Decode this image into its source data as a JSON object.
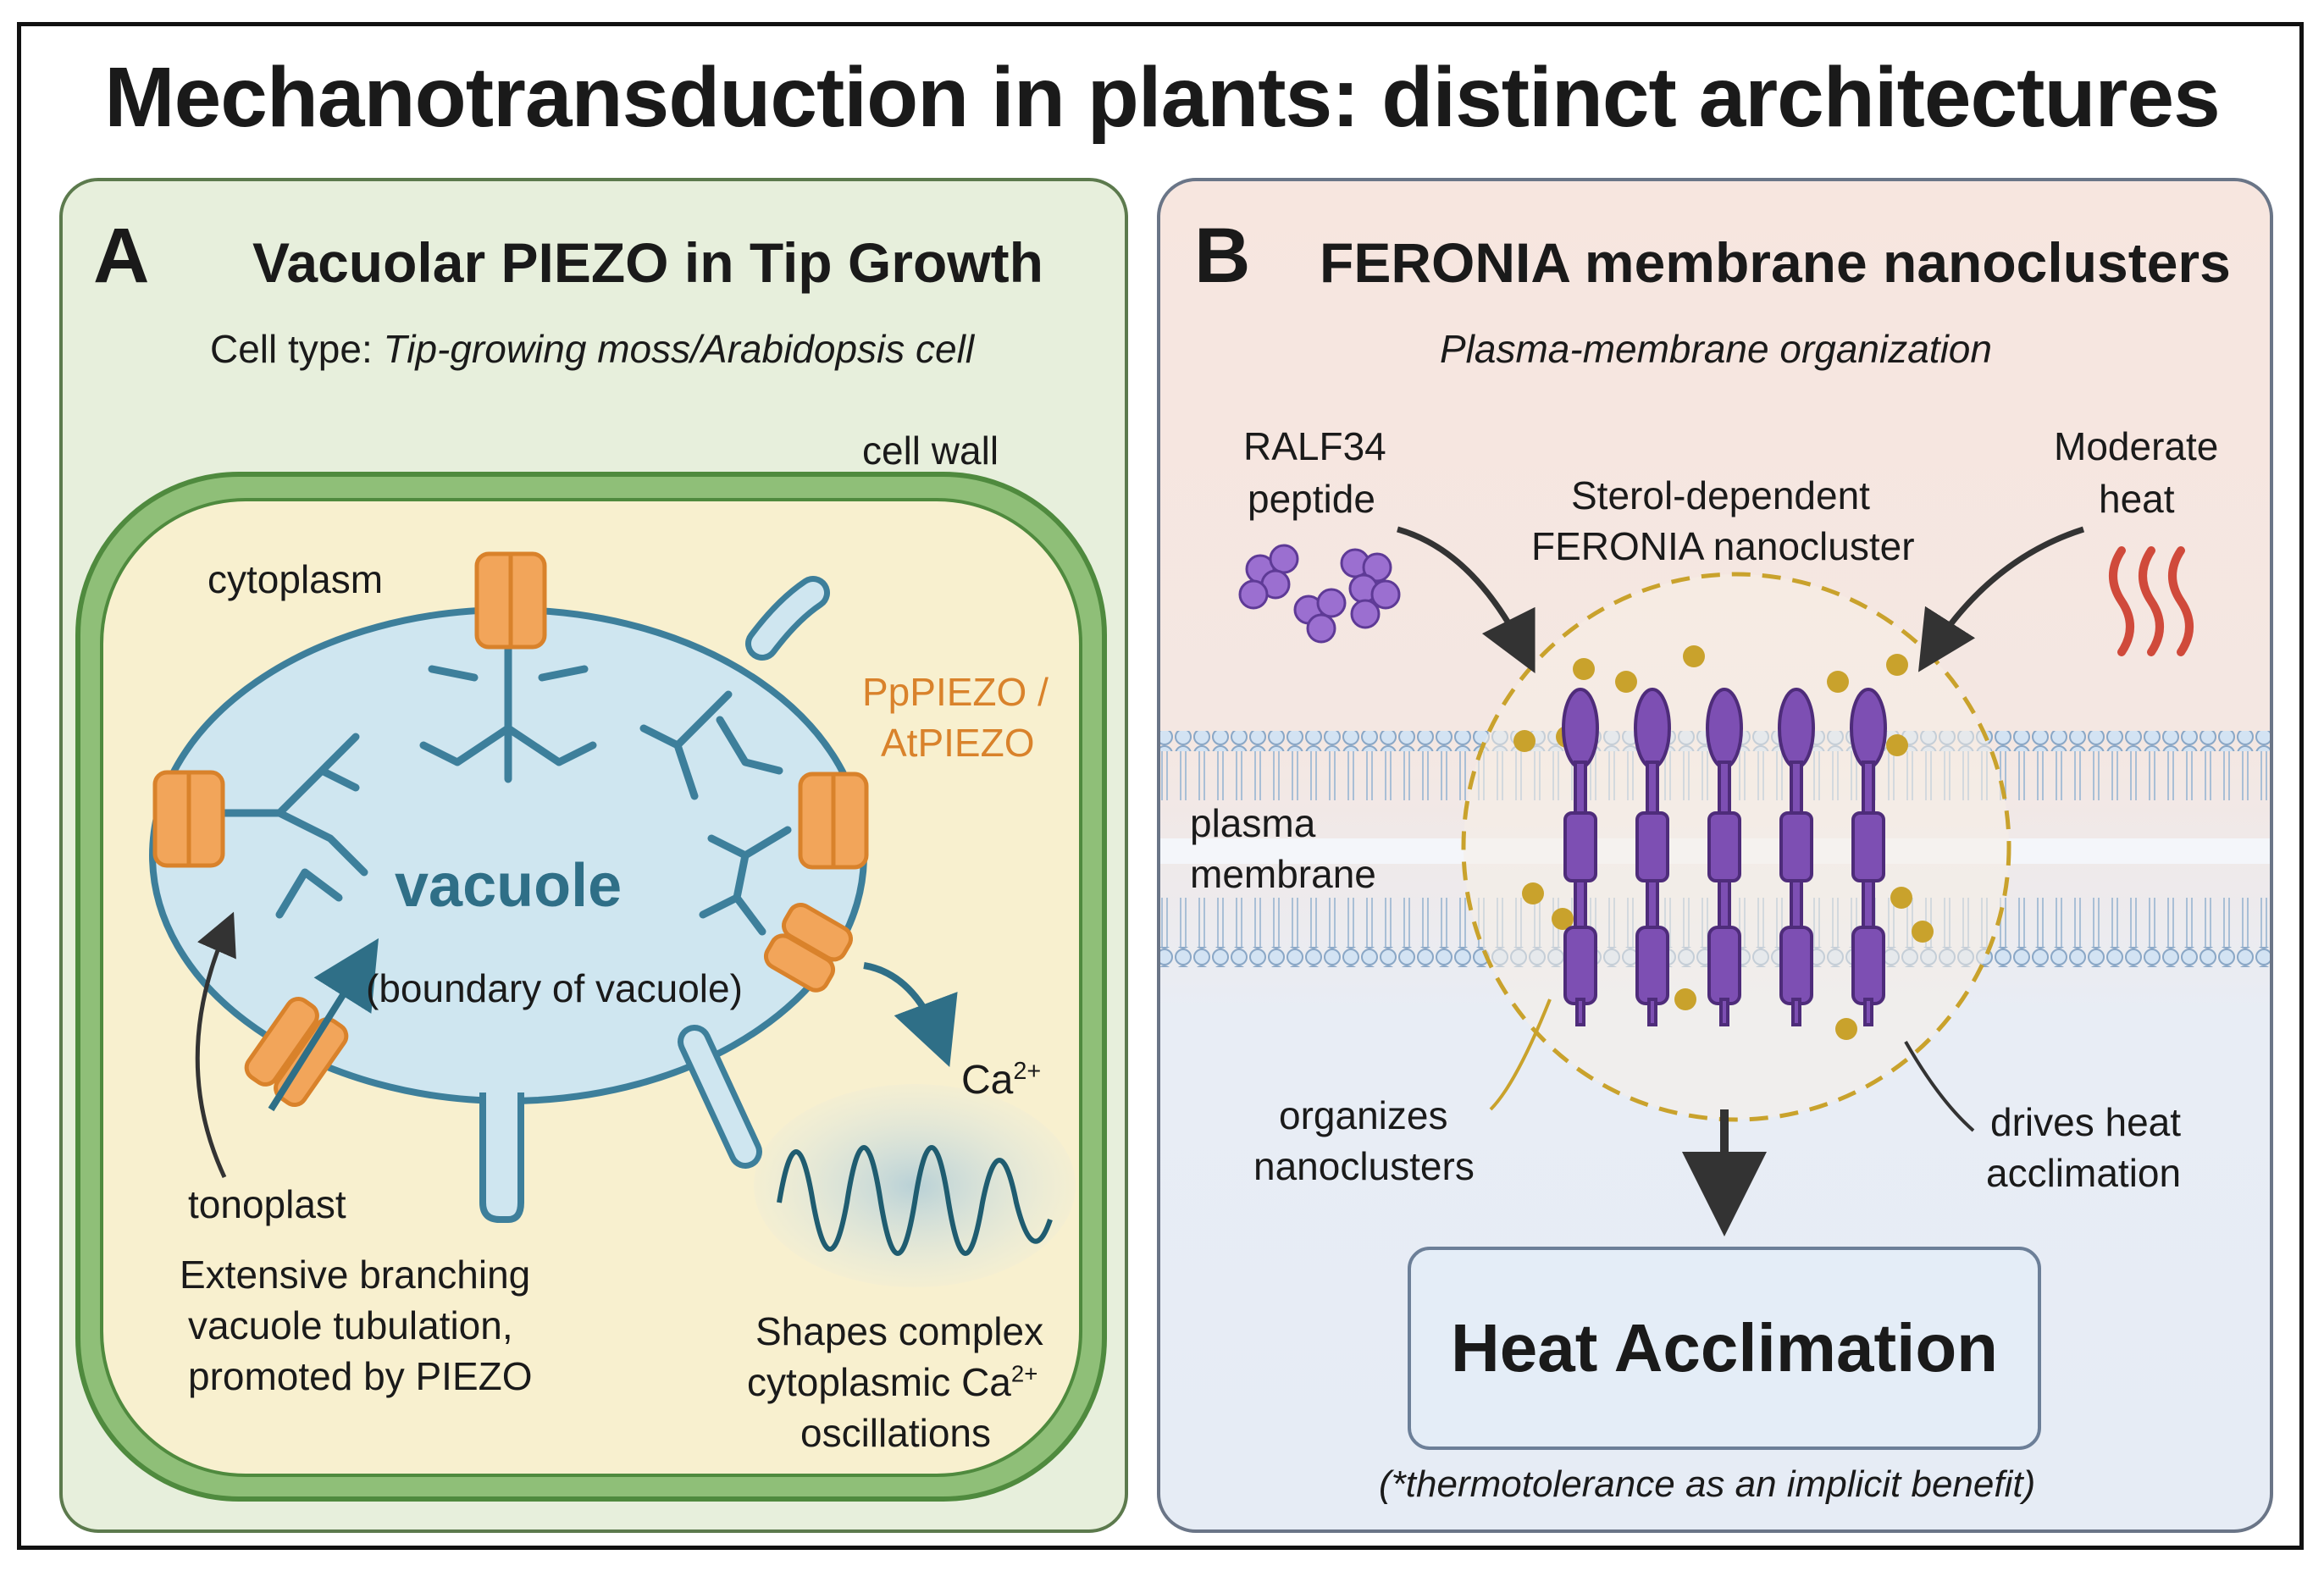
{
  "title": "Mechanotransduction in plants: distinct architectures",
  "panel_a": {
    "letter": "A",
    "title": "Vacuolar PIEZO in Tip Growth",
    "cell_type_prefix": "Cell type: ",
    "cell_type_value": "Tip-growing moss/Arabidopsis cell",
    "labels": {
      "cell_wall": "cell wall",
      "cytoplasm": "cytoplasm",
      "piezo_line1": "PpPIEZO /",
      "piezo_line2": "AtPIEZO",
      "vacuole": "vacuole",
      "boundary": "(boundary of vacuole)",
      "calcium": "Ca",
      "calcium_charge": "2+",
      "tonoplast": "tonoplast",
      "tubulation_line1": "Extensive branching",
      "tubulation_line2": "vacuole tubulation,",
      "tubulation_line3": "promoted by PIEZO",
      "oscillation_line1": "Shapes complex",
      "oscillation_line2": "cytoplasmic Ca",
      "oscillation_line3": "oscillations"
    }
  },
  "panel_b": {
    "letter": "B",
    "title": "FERONIA membrane nanoclusters",
    "subtitle": "Plasma-membrane organization",
    "labels": {
      "ralf_line1": "RALF34",
      "ralf_line2": "peptide",
      "sterol_line1": "Sterol-dependent",
      "sterol_line2": "FERONIA nanocluster",
      "heat_line1": "Moderate",
      "heat_line2": "heat",
      "membrane_line1": "plasma",
      "membrane_line2": "membrane",
      "organizes_line1": "organizes",
      "organizes_line2": "nanoclusters",
      "drives_line1": "drives heat",
      "drives_line2": "acclimation",
      "outcome": "Heat Acclimation",
      "footnote": "(*thermotolerance as an implicit benefit)"
    }
  },
  "colors": {
    "panel_a_bg": "#e7efdc",
    "cell_wall": "#7fb269",
    "cytoplasm": "#f8f0cf",
    "vacuole": "#cfe6f0",
    "piezo_channel": "#f2a55a",
    "piezo_label": "#d9822b",
    "feronia": "#7d4fb3",
    "sterol": "#c9a22c",
    "heat_waves": "#d04a3b"
  }
}
